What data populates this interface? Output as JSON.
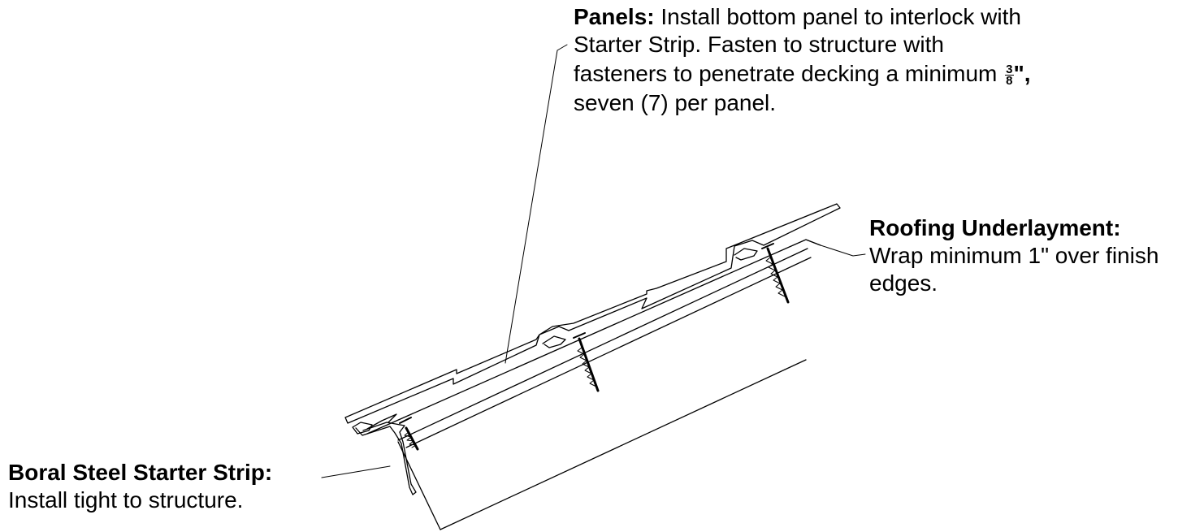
{
  "notes": {
    "panels": {
      "heading": "Panels:",
      "line1_rest": " Install bottom panel to interlock with",
      "line2": "Starter Strip. Fasten to structure with",
      "line3_pre": "fasteners to penetrate decking a minimum ",
      "frac_num": "3",
      "frac_den": "8",
      "line3_post": "\",",
      "line4": "seven (7) per panel."
    },
    "underlayment": {
      "heading": "Roofing Underlayment:",
      "line1": "Wrap minimum 1\" over finish",
      "line2": "edges."
    },
    "starter": {
      "heading": "Boral Steel Starter Strip:",
      "line1": "Install tight to structure."
    }
  },
  "colors": {
    "ink": "#000000",
    "background": "#ffffff"
  }
}
